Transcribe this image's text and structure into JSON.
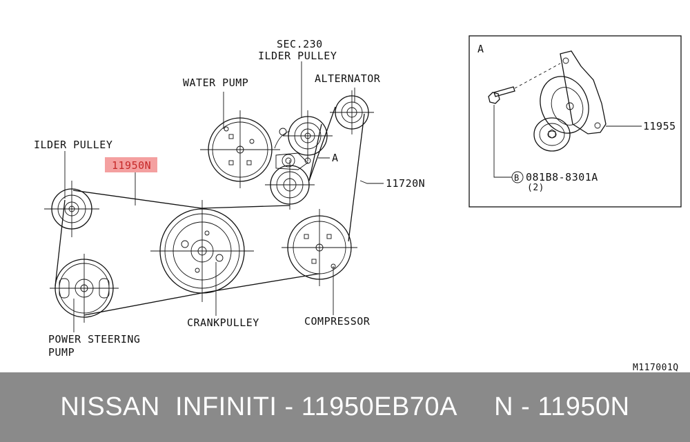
{
  "labels": {
    "sec_ref": "SEC.230",
    "idler_pulley_top": "ILDER PULLEY",
    "water_pump": "WATER PUMP",
    "alternator": "ALTERNATOR",
    "idler_pulley_left": "ILDER PULLEY",
    "part_11950n": "11950N",
    "view_a_callout": "A",
    "belt_11720n": "11720N",
    "power_steering_line1": "POWER STEERING",
    "power_steering_line2": "PUMP",
    "crankpulley": "CRANKPULLEY",
    "compressor": "COMPRESSOR",
    "detail_view": "A",
    "part_11955": "11955",
    "bolt_symbol": "B",
    "bolt_part": "081B8-8301A",
    "bolt_qty": "(2)",
    "drawing_code": "M117001Q"
  },
  "footer": {
    "text": "NISSAN  INFINITI - 11950EB70A     N - 11950N"
  },
  "colors": {
    "highlight": "#f4a0a0",
    "footer_bg": "#8a8a8a",
    "footer_text": "#ffffff",
    "line": "#111111"
  }
}
